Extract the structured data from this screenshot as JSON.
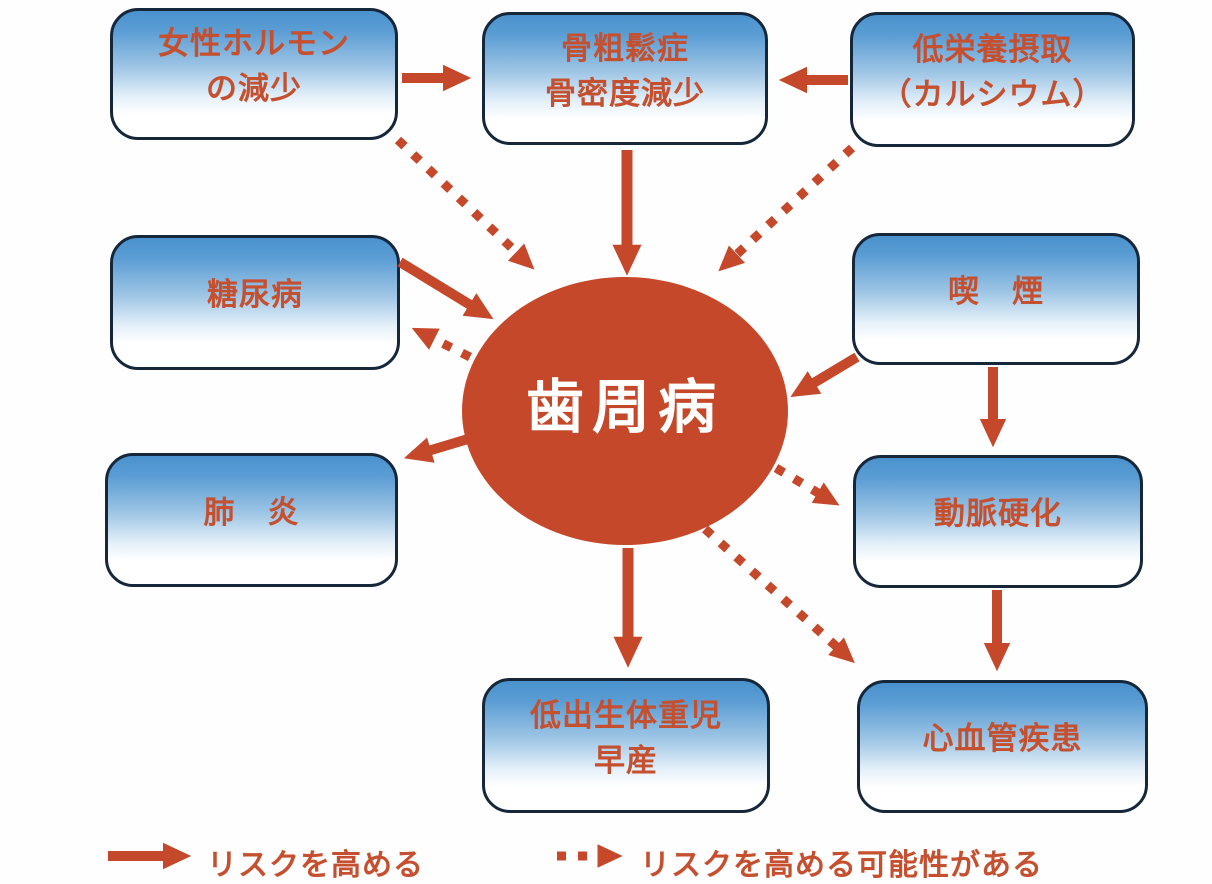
{
  "diagram": {
    "center": {
      "label": "歯周病"
    },
    "nodes": [
      {
        "id": "female-hormone",
        "label": "女性ホルモン\nの減少"
      },
      {
        "id": "osteoporosis",
        "label": "骨粗鬆症\n骨密度減少"
      },
      {
        "id": "low-nutrition",
        "label": "低栄養摂取\n（カルシウム）"
      },
      {
        "id": "diabetes",
        "label": "糖尿病"
      },
      {
        "id": "smoking",
        "label": "喫　煙"
      },
      {
        "id": "pneumonia",
        "label": "肺　炎"
      },
      {
        "id": "arteriosclerosis",
        "label": "動脈硬化"
      },
      {
        "id": "low-birth-weight",
        "label": "低出生体重児\n早産"
      },
      {
        "id": "cardiovascular",
        "label": "心血管疾患"
      }
    ],
    "legend": {
      "solid_label": "リスクを高める",
      "dotted_label": "リスクを高める可能性がある"
    },
    "colors": {
      "accent_red": "#c5482a",
      "label_red": "#c5502f",
      "box_blue_top": "#4a92cd",
      "box_border": "#16273a",
      "center_text": "#ffffff"
    }
  }
}
